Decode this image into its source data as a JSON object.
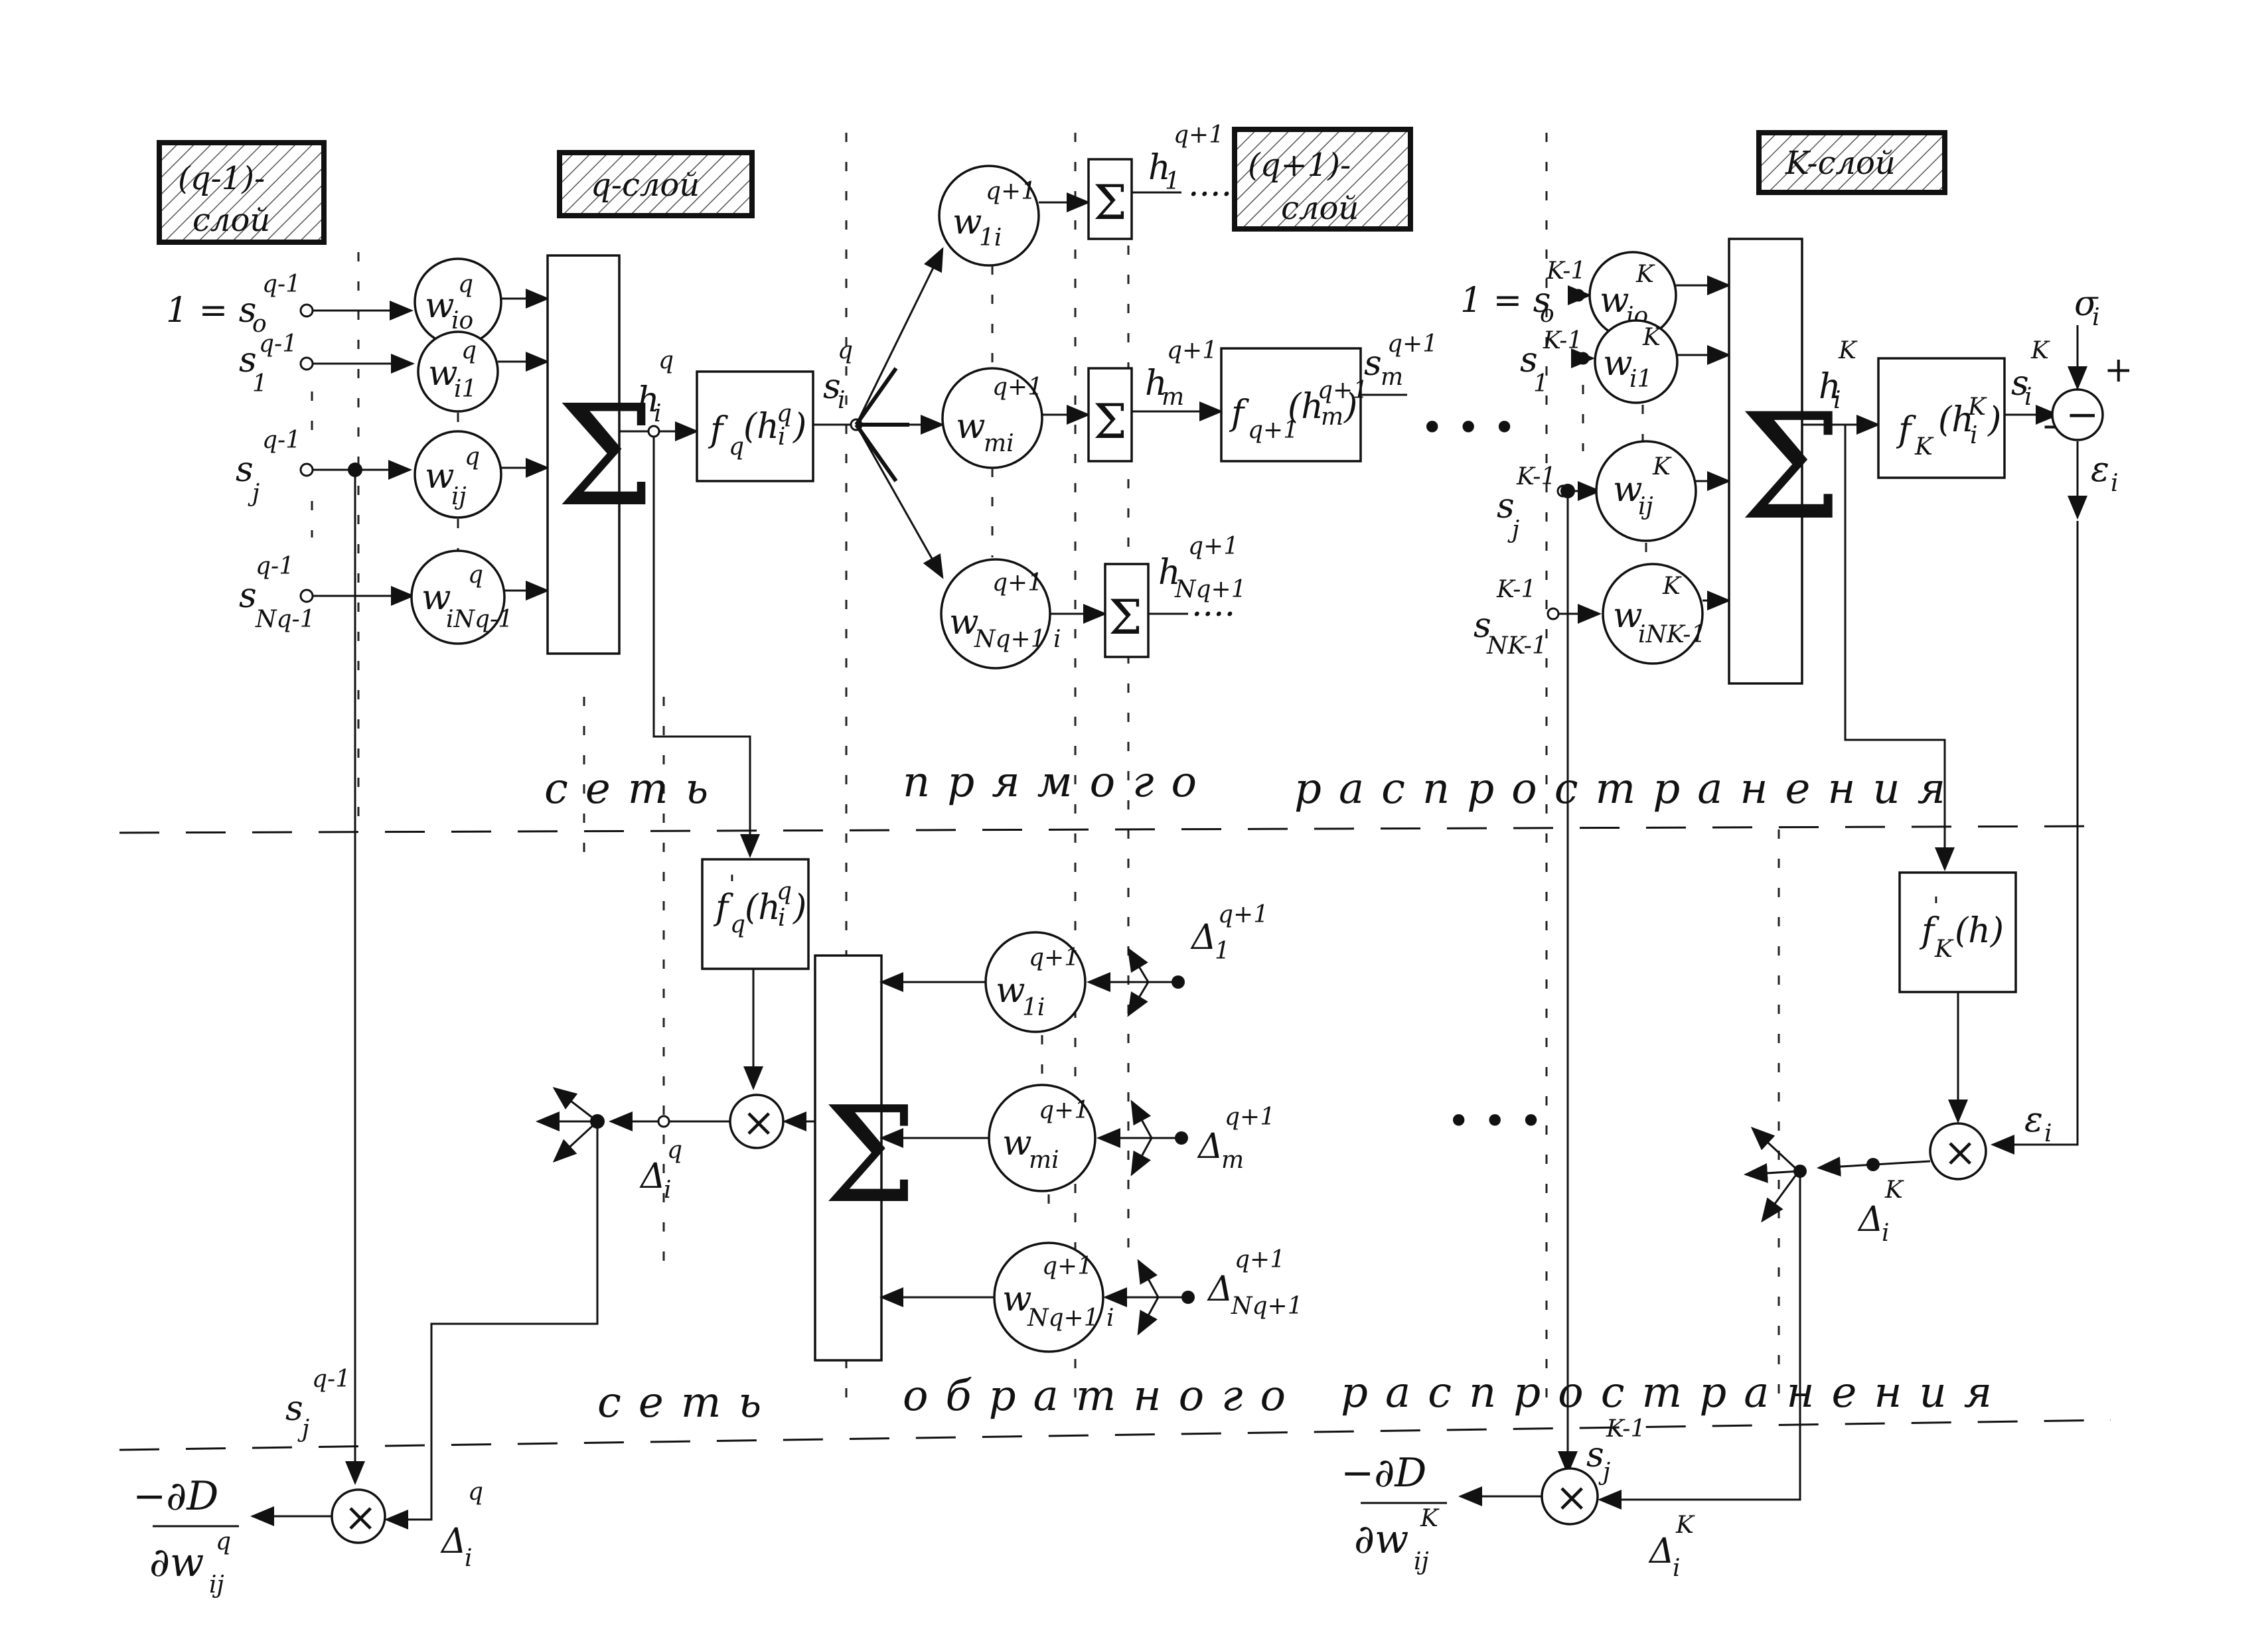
{
  "layers": {
    "q_minus_1": [
      "(q-1)-",
      "слой"
    ],
    "q": "q-слой",
    "q_plus_1": [
      "(q+1)-",
      "слой"
    ],
    "k": "K-слой"
  },
  "sections": {
    "forward": [
      "сеть",
      "прямого",
      "распространения"
    ],
    "backward": [
      "сеть",
      "обратного",
      "распространения"
    ]
  },
  "glyphs": {
    "sum": "Σ",
    "times": "×",
    "minus": "−",
    "plus": "+",
    "dots": "• • •",
    "trail": "...."
  },
  "labels": {
    "in_s0": "1 = s",
    "in_s0_sub": "o",
    "in_s0_sup": "q-1",
    "in_s1": "s",
    "in_s1_sub": "1",
    "in_s1_sup": "q-1",
    "in_sj": "s",
    "in_sj_sub": "j",
    "in_sj_sup": "q-1",
    "in_sN": "s",
    "in_sN_sub": "Nq-1",
    "in_sN_sup": "q-1",
    "w_i0": "w",
    "w_i0_sub": "io",
    "w_i0_sup": "q",
    "w_i1": "w",
    "w_i1_sub": "i1",
    "w_i1_sup": "q",
    "w_ij": "w",
    "w_ij_sub": "ij",
    "w_ij_sup": "q",
    "w_iN": "w",
    "w_iN_sub": "iNq-1",
    "w_iN_sup": "q",
    "h_i": "h",
    "h_i_sub": "i",
    "h_i_sup": "q",
    "f_q": "f",
    "f_q_sub": "q",
    "f_q_arg": "(h",
    "f_q_arg_sup": "q",
    "f_q_arg_sub": "i",
    "f_q_close": ")",
    "s_i": "s",
    "s_i_sub": "i",
    "s_i_sup": "q",
    "w1i": "w",
    "w1i_sub": "1i",
    "w1i_sup": "q+1",
    "wmi": "w",
    "wmi_sub": "mi",
    "wmi_sup": "q+1",
    "wNi": "w",
    "wNi_sub": "Nq+1 i",
    "wNi_sup": "q+1",
    "h1": "h",
    "h1_sub": "1",
    "h1_sup": "q+1",
    "hm": "h",
    "hm_sub": "m",
    "hm_sup": "q+1",
    "hN": "h",
    "hN_sub": "Nq+1",
    "hN_sup": "q+1",
    "f_q1": "f",
    "f_q1_sub": "q+1",
    "f_q1_arg": "(h",
    "f_q1_arg_sup": "q+1",
    "f_q1_arg_sub": "m",
    "f_q1_close": ")",
    "s_m": "s",
    "s_m_sub": "m",
    "s_m_sup": "q+1",
    "k_s0": "1 = s",
    "k_s0_sub": "o",
    "k_s0_sup": "K-1",
    "k_s1": "s",
    "k_s1_sub": "1",
    "k_s1_sup": "K-1",
    "k_sj": "s",
    "k_sj_sub": "j",
    "k_sj_sup": "K-1",
    "k_sN": "s",
    "k_sN_sub": "NK-1",
    "k_sN_sup": "K-1",
    "k_wi0": "w",
    "k_wi0_sub": "io",
    "k_wi0_sup": "K",
    "k_wi1": "w",
    "k_wi1_sub": "i1",
    "k_wi1_sup": "K",
    "k_wij": "w",
    "k_wij_sub": "ij",
    "k_wij_sup": "K",
    "k_wiN": "w",
    "k_wiN_sub": "iNK-1",
    "k_wiN_sup": "K",
    "k_hi": "h",
    "k_hi_sub": "i",
    "k_hi_sup": "K",
    "f_k": "f",
    "f_k_sub": "K",
    "f_k_arg": "(h",
    "f_k_arg_sup": "K",
    "f_k_arg_sub": "i",
    "f_k_close": ")",
    "k_si": "s",
    "k_si_sub": "i",
    "k_si_sup": "K",
    "sigma": "σ",
    "sigma_sub": "i",
    "eps": "ε",
    "eps_sub": "i",
    "fp_q": "f",
    "fp_q_prime": "'",
    "fp_q_sub": "q",
    "fp_q_arg": "(h",
    "fp_q_arg_sup": "q",
    "fp_q_arg_sub": "i",
    "fp_q_close": ")",
    "b_w1i": "w",
    "b_w1i_sub": "1i",
    "b_w1i_sup": "q+1",
    "b_wmi": "w",
    "b_wmi_sub": "mi",
    "b_wmi_sup": "q+1",
    "b_wNi": "w",
    "b_wNi_sub": "Nq+1 i",
    "b_wNi_sup": "q+1",
    "d1": "Δ",
    "d1_sub": "1",
    "d1_sup": "q+1",
    "dm": "Δ",
    "dm_sub": "m",
    "dm_sup": "q+1",
    "dN": "Δ",
    "dN_sub": "Nq+1",
    "dN_sup": "q+1",
    "d_iq": "Δ",
    "d_iq_sub": "i",
    "d_iq_sup": "q",
    "fp_k": "f",
    "fp_k_prime": "'",
    "fp_k_sub": "K",
    "fp_k_arg": "(h)",
    "eps2": "ε",
    "eps2_sub": "i",
    "d_ik": "Δ",
    "d_ik_sub": "i",
    "d_ik_sup": "K",
    "g_sj": "s",
    "g_sj_sub": "j",
    "g_sj_sup": "q-1",
    "g_diq": "Δ",
    "g_diq_sub": "i",
    "g_diq_sup": "q",
    "g_num": "−∂D",
    "g_den": "∂w",
    "g_den_sub": "ij",
    "g_den_sup": "q",
    "k_g_sj": "s",
    "k_g_sj_sub": "j",
    "k_g_sj_sup": "K-1",
    "k_g_dik": "Δ",
    "k_g_dik_sub": "i",
    "k_g_dik_sup": "K",
    "k_g_num": "−∂D",
    "k_g_den": "∂w",
    "k_g_den_sub": "ij",
    "k_g_den_sup": "K"
  }
}
